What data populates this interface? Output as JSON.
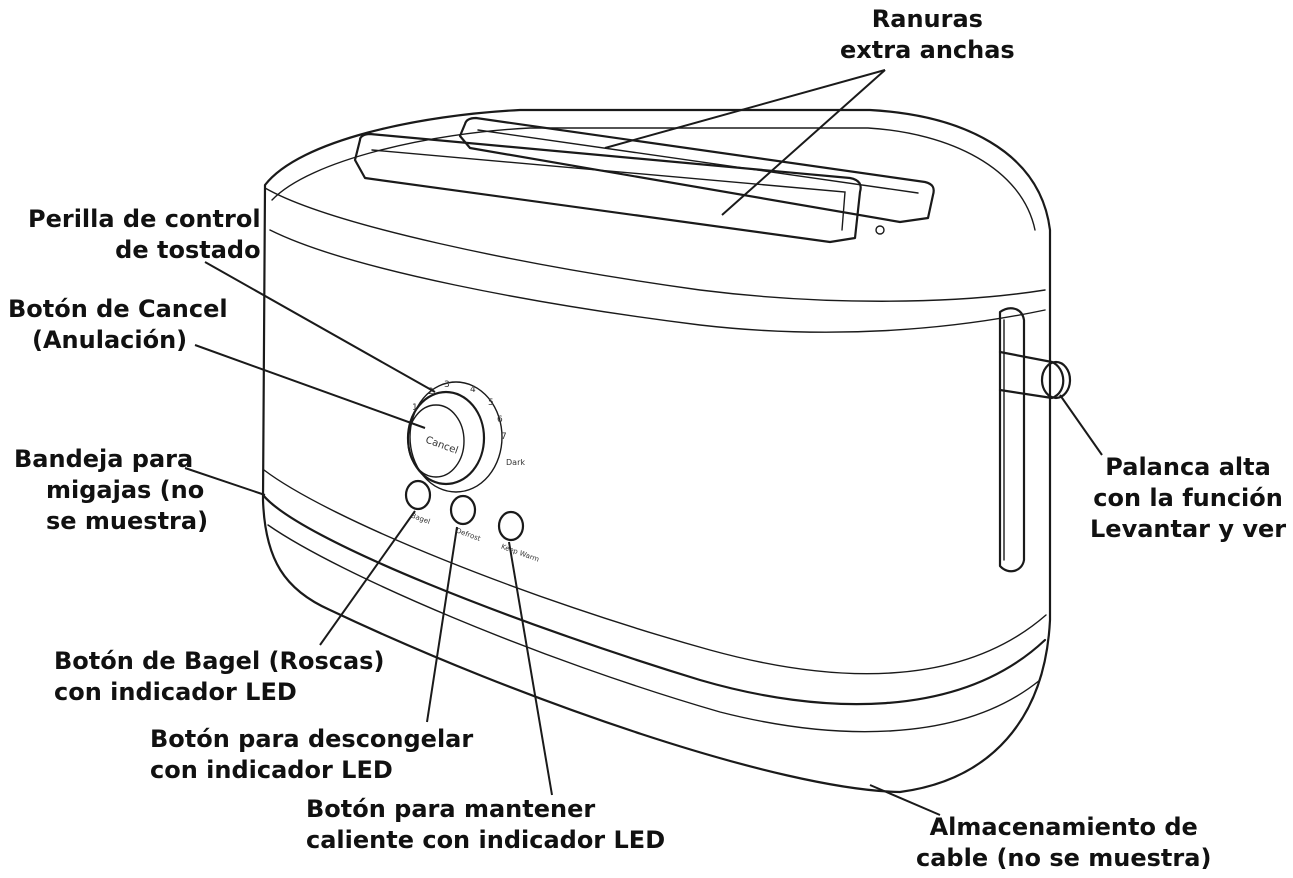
{
  "labels": {
    "slots": [
      "Ranuras",
      "extra anchas"
    ],
    "knob": [
      "Perilla de control",
      "de tostado"
    ],
    "cancel": [
      "Botón de Cancel",
      "(Anulación)"
    ],
    "crumb": [
      "Bandeja para",
      "migajas (no",
      "se muestra)"
    ],
    "bagel": [
      "Botón de Bagel (Roscas)",
      "con indicador LED"
    ],
    "defrost": [
      "Botón para descongelar",
      "con indicador LED"
    ],
    "keepwarm": [
      "Botón para mantener",
      "caliente con indicador LED"
    ],
    "lever": [
      "Palanca alta",
      "con la función",
      "Levantar y ver"
    ],
    "cord": [
      "Almacenamiento de",
      "cable (no se muestra)"
    ]
  },
  "dial": {
    "center": "Cancel",
    "numbers": [
      "1",
      "2",
      "3",
      "4",
      "5",
      "6",
      "7"
    ],
    "max": "Dark",
    "bagel_btn": "Bagel",
    "defrost_btn": "Defrost",
    "warm_btn": "Keep Warm"
  }
}
